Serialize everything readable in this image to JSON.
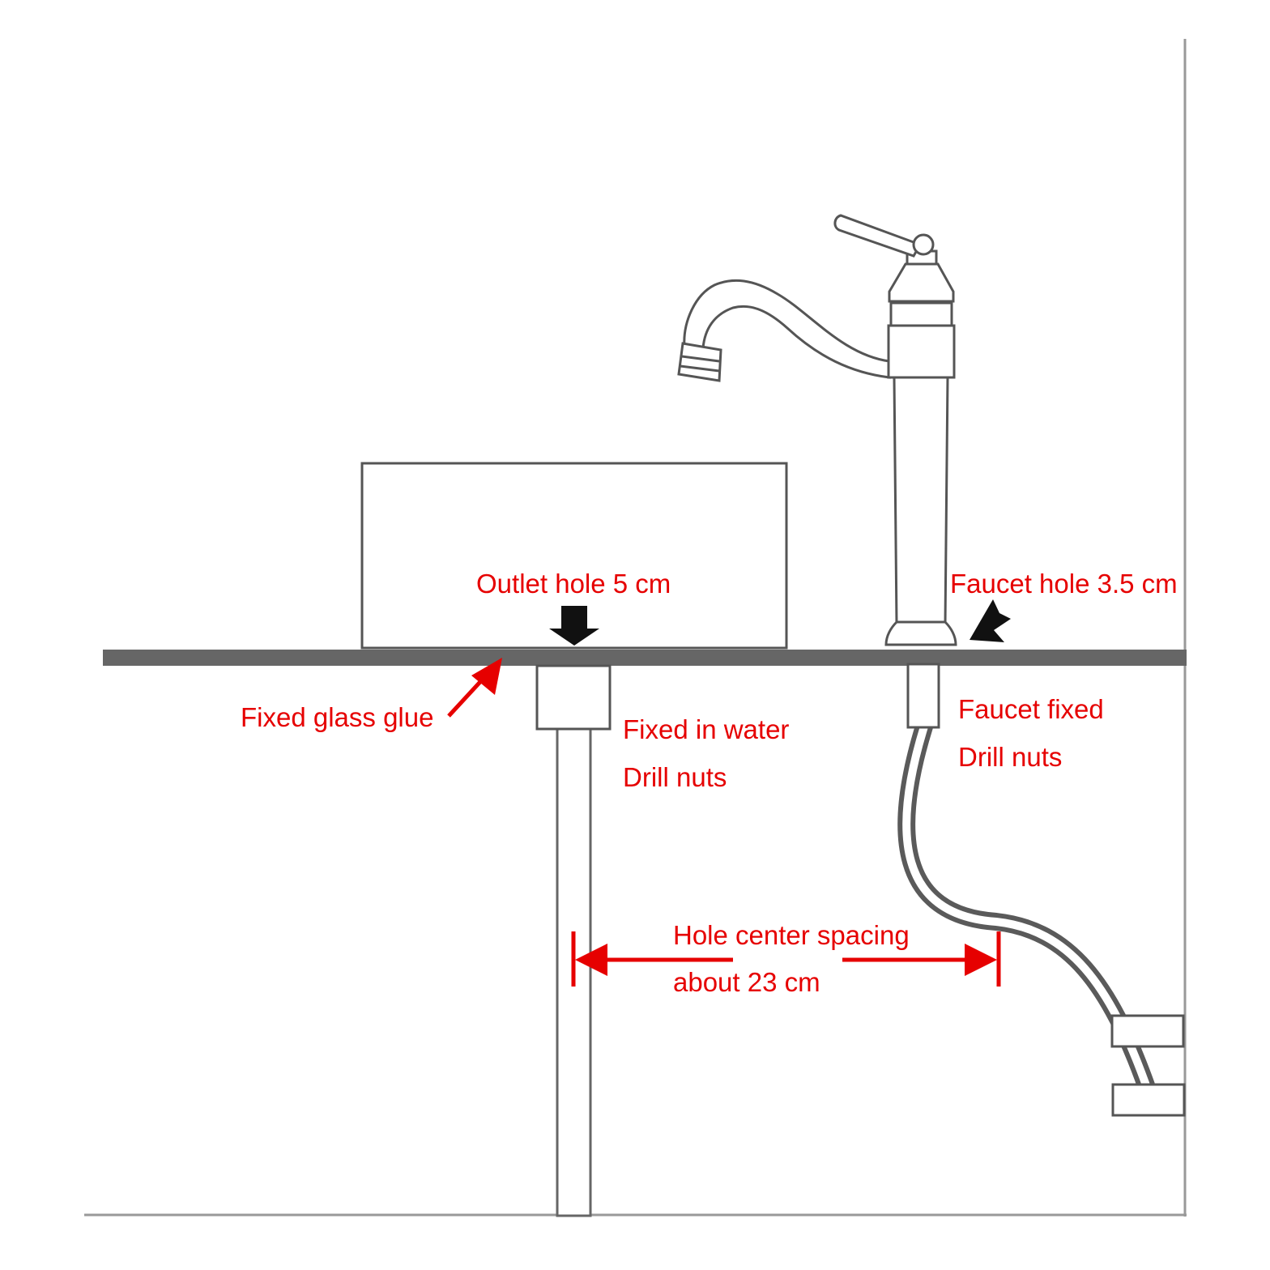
{
  "labels": {
    "outlet_hole": "Outlet hole 5 cm",
    "faucet_hole": "Faucet hole 3.5 cm",
    "fixed_glass_glue": "Fixed glass glue",
    "fixed_in_water_line1": "Fixed in water",
    "fixed_in_water_line2": "Drill nuts",
    "faucet_fixed_line1": "Faucet fixed",
    "faucet_fixed_line2": "Drill nuts",
    "spacing_line1": "Hole center spacing",
    "spacing_line2": "about 23 cm"
  },
  "colors": {
    "annotation": "#e60000",
    "countertop": "#666666",
    "outline": "#555555",
    "hose": "#5a5a5a",
    "arrow_black": "#111111"
  }
}
